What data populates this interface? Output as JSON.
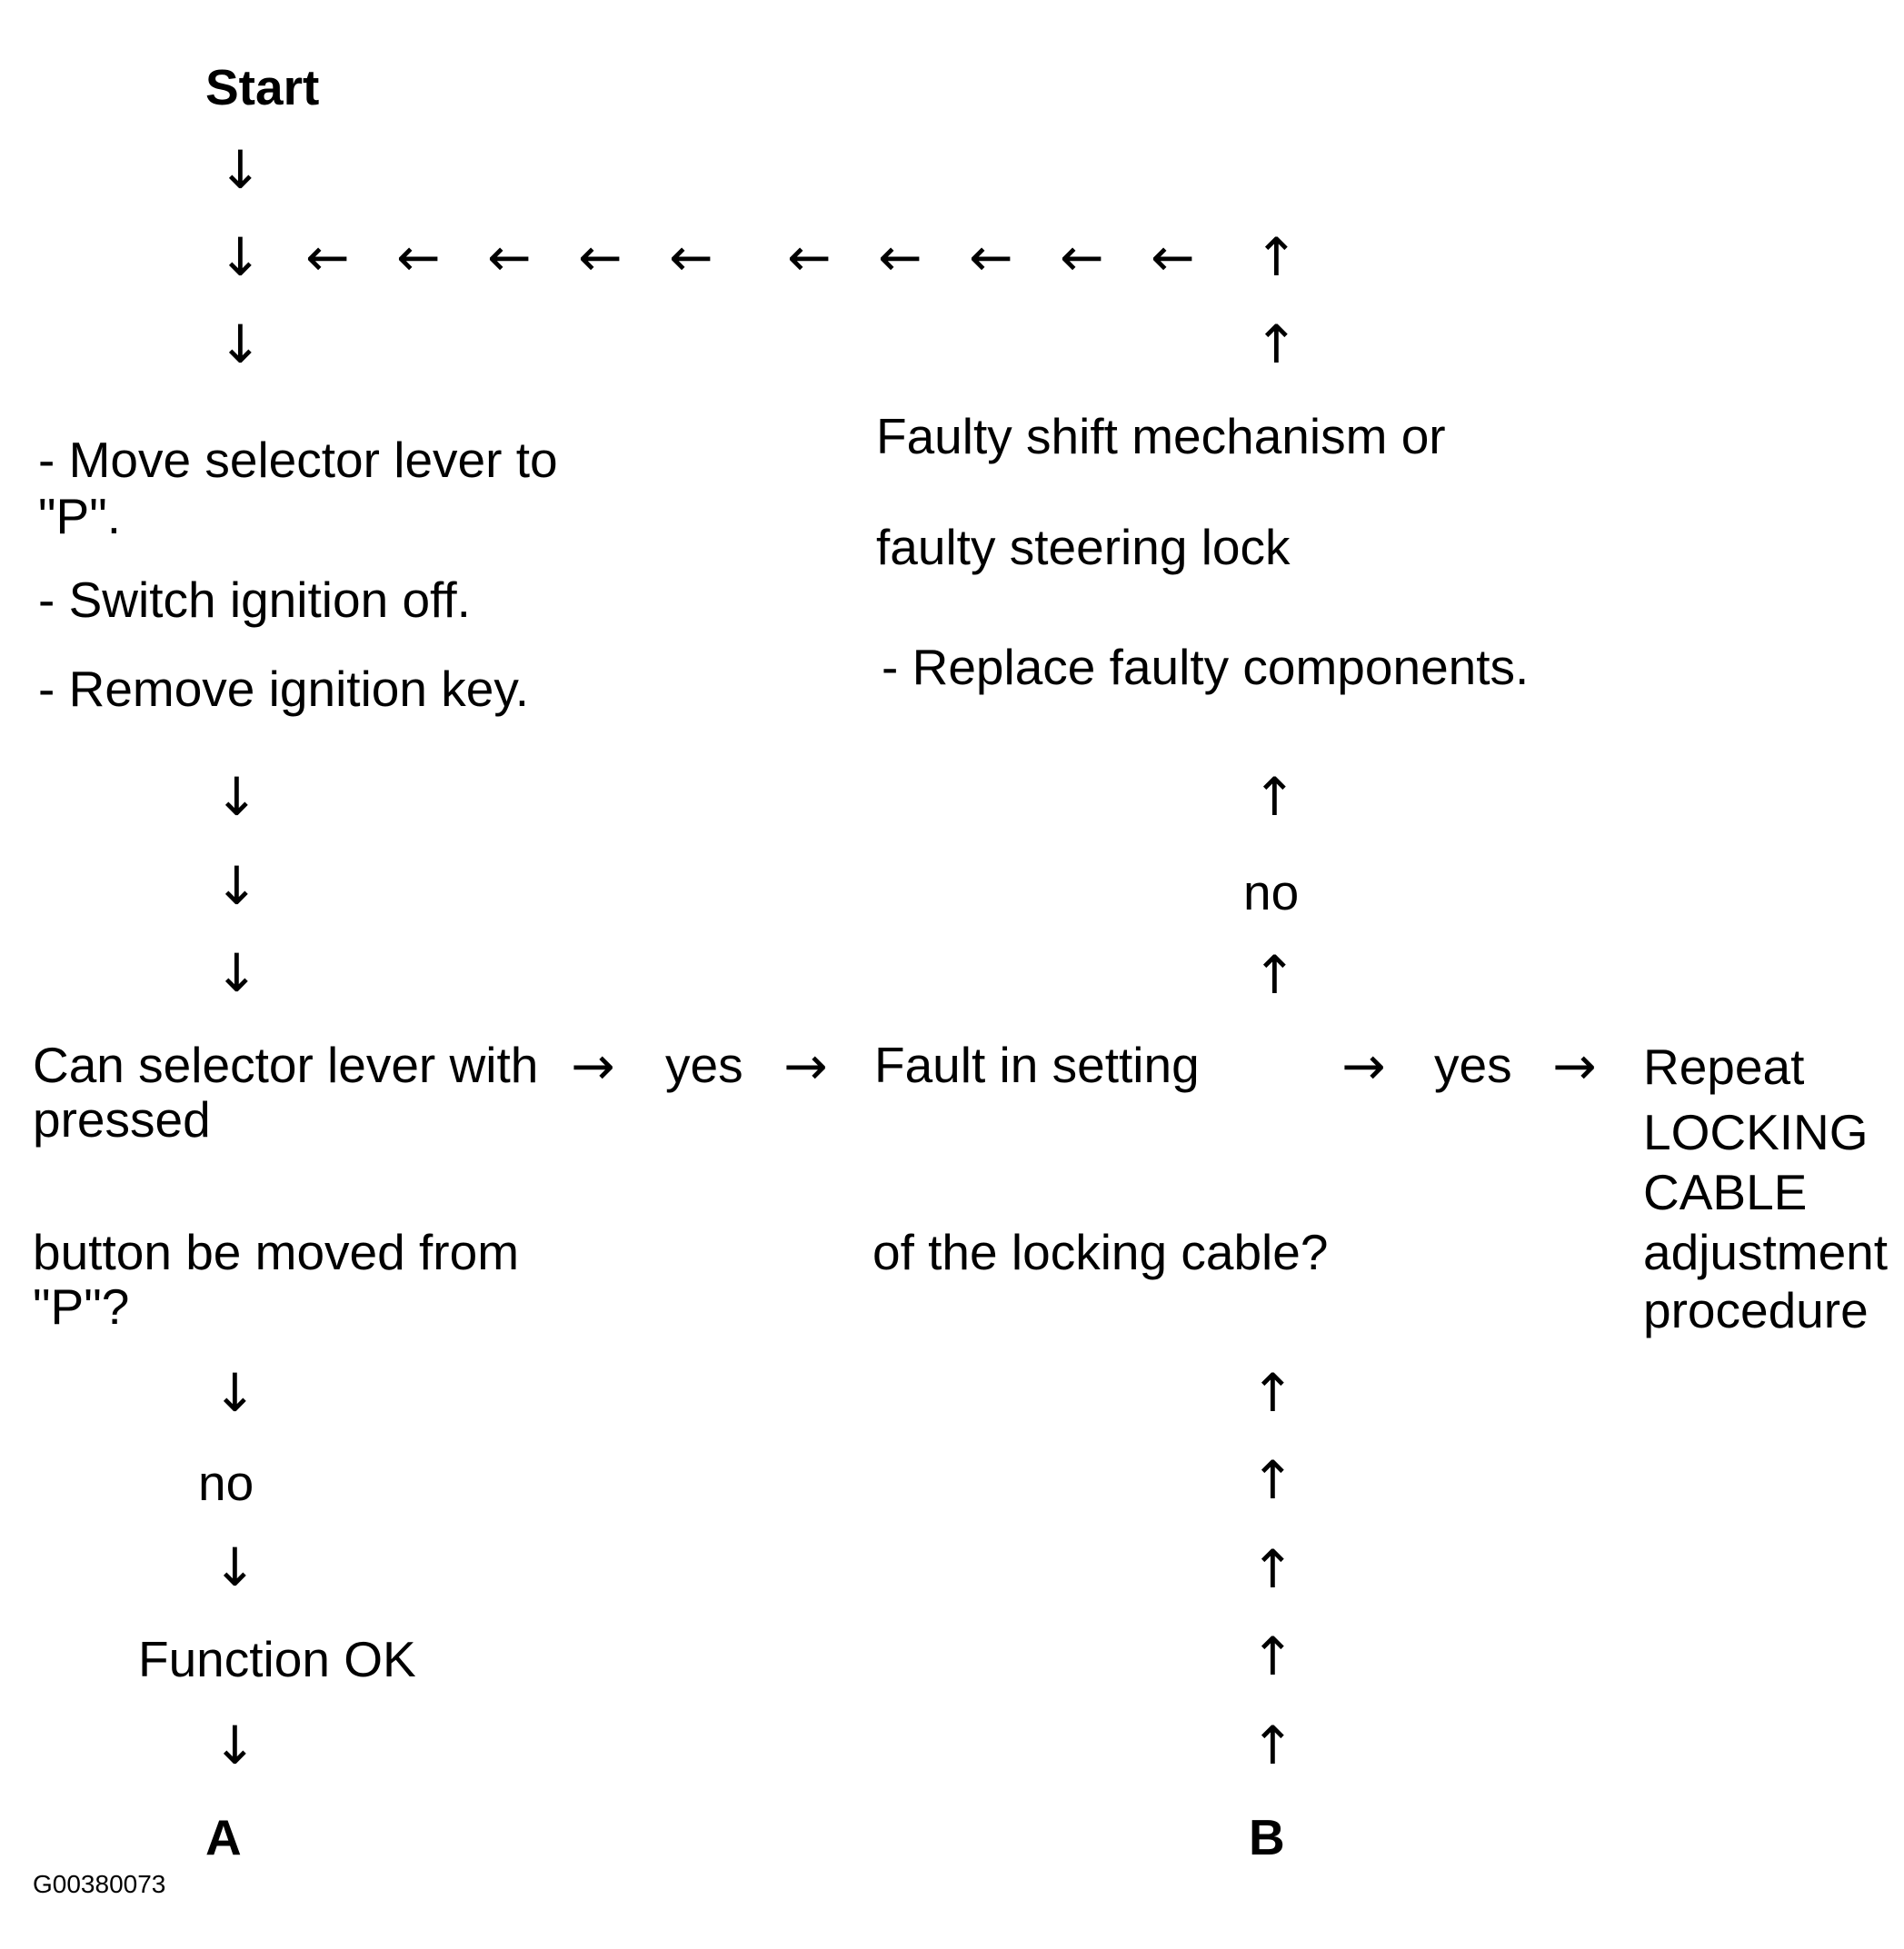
{
  "start": "Start",
  "left_box": {
    "line1": "- Move selector lever to",
    "line2": "\"P\".",
    "line3": "- Switch ignition off.",
    "line4": "- Remove ignition key."
  },
  "right_box": {
    "line1": "Faulty shift mechanism or",
    "line2": "faulty steering lock",
    "line3": "- Replace faulty components."
  },
  "question1": {
    "line1": "Can selector lever with",
    "line2": "pressed",
    "line3": "button be moved from",
    "line4": "\"P\"?"
  },
  "question2": {
    "line1": "Fault in setting",
    "line2": "of the locking cable?"
  },
  "repeat_box": {
    "line1": "Repeat",
    "line2": "LOCKING",
    "line3": "CABLE",
    "line4": "adjustment",
    "line5": "procedure"
  },
  "labels": {
    "yes": "yes",
    "no": "no",
    "function_ok": "Function OK",
    "connector_a": "A",
    "connector_b": "B"
  },
  "figure_id": "G00380073"
}
